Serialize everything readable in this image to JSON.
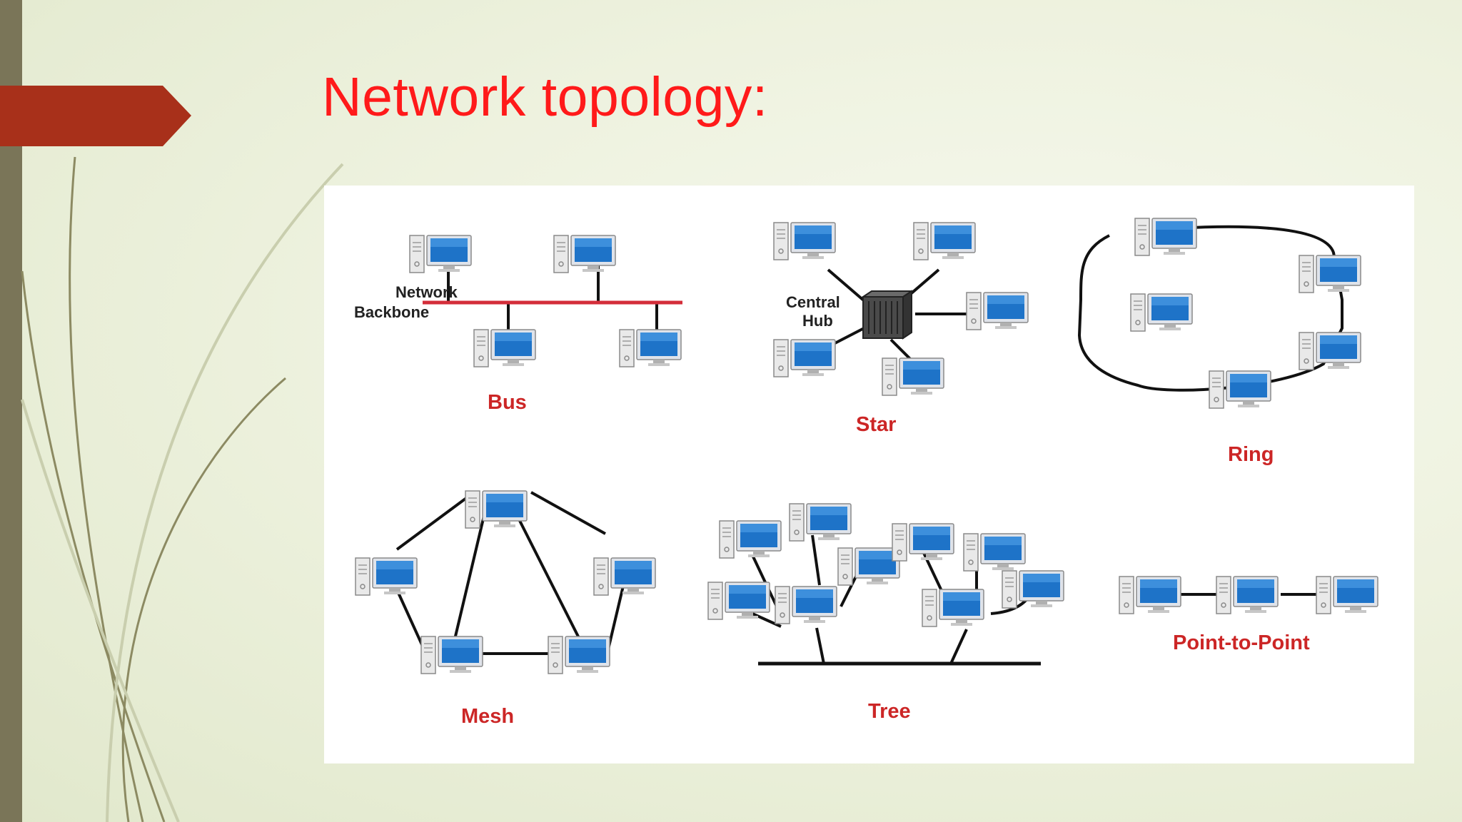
{
  "slide": {
    "title": "Network topology:",
    "colors": {
      "title": "#ff1a1a",
      "accent": "#a8301a",
      "sidebar": "#7a7558",
      "label": "#cc2626"
    }
  },
  "diagram": {
    "bus": {
      "label": "Bus",
      "backbone_line1": "Network",
      "backbone_line2": "Backbone"
    },
    "star": {
      "label": "Star",
      "hub_line1": "Central",
      "hub_line2": "Hub"
    },
    "ring": {
      "label": "Ring"
    },
    "mesh": {
      "label": "Mesh"
    },
    "tree": {
      "label": "Tree"
    },
    "point_to_point": {
      "label": "Point-to-Point"
    },
    "icons": [
      "computer-icon",
      "hub-icon"
    ]
  }
}
